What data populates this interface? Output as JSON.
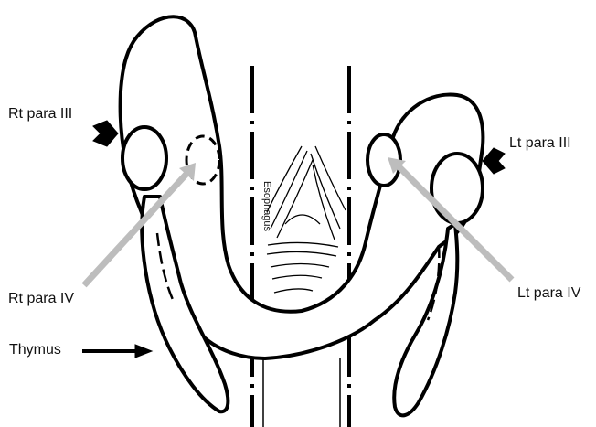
{
  "labels": {
    "rt_para_iii": "Rt para III",
    "lt_para_iii": "Lt para III",
    "rt_para_iv": "Rt para IV",
    "lt_para_iv": "Lt para IV",
    "thymus": "Thymus",
    "esophagus": "Esophagus"
  },
  "colors": {
    "outline": "#000000",
    "pointer_gray": "#bdbdbd",
    "background": "#ffffff"
  }
}
